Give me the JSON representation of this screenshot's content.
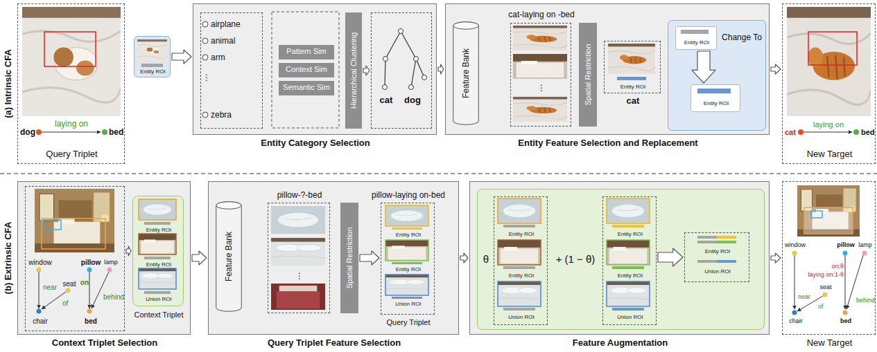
{
  "diagram": {
    "nodes": [
      {
        "text": [
          "dog",
          "laying on",
          "bed",
          "Query Triplet"
        ]
      },
      {
        "text": [
          "Entity ROI"
        ]
      },
      {
        "text": [
          "Entity Category Selection"
        ]
      },
      {
        "text": [
          "airplane",
          "animal",
          "arm",
          "⋮",
          "zebra"
        ],
        "in": 2
      },
      {
        "text": [
          "Pattern Sim"
        ],
        "in": 2
      },
      {
        "text": [
          "Context Sim"
        ],
        "in": 2
      },
      {
        "text": [
          "Semantic Sim"
        ],
        "in": 2
      },
      {
        "text": [
          "Hierarchical Clustering"
        ],
        "in": 2
      },
      {
        "text": [
          "cat",
          "dog"
        ],
        "in": 2
      },
      {
        "text": [
          "Entity Feature Selection and Replacement"
        ]
      },
      {
        "text": [
          "Feature Bank"
        ],
        "in": 9
      },
      {
        "text": [
          "cat-laying on -bed",
          "⋮"
        ],
        "in": 9
      },
      {
        "text": [
          "Spatial Restriction"
        ],
        "in": 9
      },
      {
        "text": [
          "Entity ROI",
          "cat"
        ],
        "in": 9
      },
      {
        "text": [
          "Change To"
        ],
        "in": 9
      },
      {
        "text": [
          "Entity ROI"
        ],
        "in": 14
      },
      {
        "text": [
          "Entity ROI"
        ],
        "in": 14
      },
      {
        "text": [
          "cat",
          "laying on",
          "bed",
          "New Target"
        ]
      },
      {
        "text": [
          "Context Triplet Selection"
        ]
      },
      {
        "text": [
          "window",
          "pillow",
          "lamp",
          "seat",
          "on",
          "near",
          "of",
          "behind",
          "chair",
          "bed"
        ],
        "in": 18
      },
      {
        "text": [
          "Entity ROI",
          "Entity ROI",
          "Union ROI",
          "Context Triplet"
        ],
        "in": 18
      },
      {
        "text": [
          "Query Triplet Feature Selection"
        ]
      },
      {
        "text": [
          "Feature Bank"
        ],
        "in": 21
      },
      {
        "text": [
          "pillow-?-bed",
          "⋮"
        ],
        "in": 21
      },
      {
        "text": [
          "Spatial Restriction"
        ],
        "in": 21
      },
      {
        "text": [
          "pillow-laying on-bed",
          "Entity ROI",
          "Entity ROI",
          "Union ROI",
          "Query Triplet"
        ],
        "in": 21
      },
      {
        "text": [
          "Feature Augmentation"
        ]
      },
      {
        "text": [
          "θ",
          "+ (1 − θ)"
        ],
        "in": 26
      },
      {
        "text": [
          "Entity ROI",
          "Entity ROI",
          "Union ROI"
        ],
        "in": 27
      },
      {
        "text": [
          "Entity ROI",
          "Entity ROI",
          "Union ROI"
        ],
        "in": 27
      },
      {
        "text": [
          "Entity ROI",
          "Union ROI"
        ],
        "in": 27
      },
      {
        "text": [
          "window",
          "pillow",
          "lamp",
          "seat",
          "on:θ",
          "laying on:1-θ",
          "near",
          "of",
          "behind",
          "chair",
          "bed",
          "New Target"
        ]
      }
    ],
    "edges": [
      {
        "from": 1,
        "to": 2,
        "arrow": "to"
      },
      {
        "from": 7,
        "to": 8,
        "arrow": "to"
      },
      {
        "from": 2,
        "to": 9,
        "arrow": "to"
      },
      {
        "from": 15,
        "to": 16,
        "arrow": "to"
      },
      {
        "from": 9,
        "to": 17,
        "arrow": "to"
      },
      {
        "from": 19,
        "to": 20,
        "arrow": "to"
      },
      {
        "from": 18,
        "to": 21,
        "arrow": "to"
      },
      {
        "from": 24,
        "to": 25,
        "arrow": "to"
      },
      {
        "from": 21,
        "to": 26,
        "arrow": "to"
      },
      {
        "from": 29,
        "to": 30,
        "arrow": "to"
      },
      {
        "from": 26,
        "to": 31,
        "arrow": "to"
      }
    ],
    "labels": [
      "(a) Intrinsic CFA",
      "(b) Extrinsic CFA"
    ]
  }
}
